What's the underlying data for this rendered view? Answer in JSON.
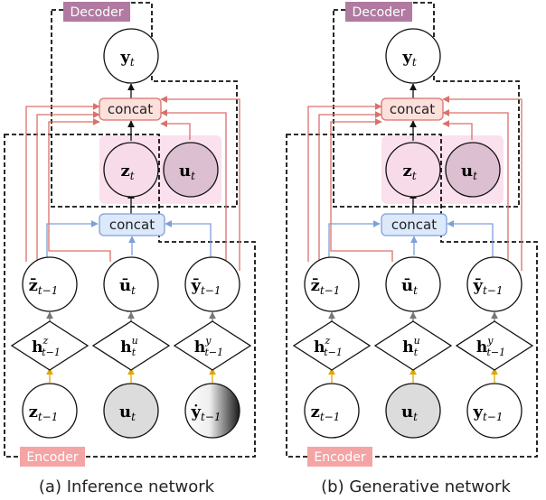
{
  "colors": {
    "decoder_tag": "#b07aa1",
    "encoder_tag": "#f4a4a4",
    "concat_top_fill": "#fde0dc",
    "concat_top_stroke": "#d9716b",
    "concat_bottom_fill": "#dce9fb",
    "concat_bottom_stroke": "#7f9fd9",
    "latent_region": "#f9dcea",
    "z_fill": "#f7dbe8",
    "u_fill": "#dcc0d2",
    "red_arrow": "#d9716b",
    "blue_arrow": "#7f9fd9",
    "gold_arrow": "#e0a800",
    "gray_arrow": "#777777",
    "u_input_fill": "#dcdcdc"
  },
  "panels": [
    {
      "caption": "(a) Inference network",
      "decoder_tag": "Decoder",
      "encoder_tag": "Encoder",
      "concat_top": "concat",
      "concat_bottom": "concat",
      "y_bold": "y",
      "y_sub": "t",
      "z_bold": "z",
      "z_sub": "t",
      "u_bold": "u",
      "u_sub": "t",
      "zbar_bold": "z̄",
      "zbar_sub": "t−1",
      "ubar_bold": "ū",
      "ubar_sub": "t",
      "ybar_bold": "ȳ",
      "ybar_sub": "t−1",
      "hz_bold": "h",
      "hz_sup": "z",
      "hz_sub": "t−1",
      "hu_bold": "h",
      "hu_sup": "u",
      "hu_sub": "t",
      "hy_bold": "h",
      "hy_sup": "y",
      "hy_sub": "t−1",
      "zin_bold": "z",
      "zin_sub": "t−1",
      "uin_bold": "u",
      "uin_sub": "t",
      "yin_bold": "ẏ",
      "yin_sub": "t−1"
    },
    {
      "caption": "(b) Generative network",
      "decoder_tag": "Decoder",
      "encoder_tag": "Encoder",
      "concat_top": "concat",
      "concat_bottom": "concat",
      "y_bold": "y",
      "y_sub": "t",
      "z_bold": "z",
      "z_sub": "t",
      "u_bold": "u",
      "u_sub": "t",
      "zbar_bold": "z̄",
      "zbar_sub": "t−1",
      "ubar_bold": "ū",
      "ubar_sub": "t",
      "ybar_bold": "ȳ",
      "ybar_sub": "t−1",
      "hz_bold": "h",
      "hz_sup": "z",
      "hz_sub": "t−1",
      "hu_bold": "h",
      "hu_sup": "u",
      "hu_sub": "t",
      "hy_bold": "h",
      "hy_sup": "y",
      "hy_sub": "t−1",
      "zin_bold": "z",
      "zin_sub": "t−1",
      "uin_bold": "u",
      "uin_sub": "t",
      "yin_bold": "y",
      "yin_sub": "t−1"
    }
  ]
}
